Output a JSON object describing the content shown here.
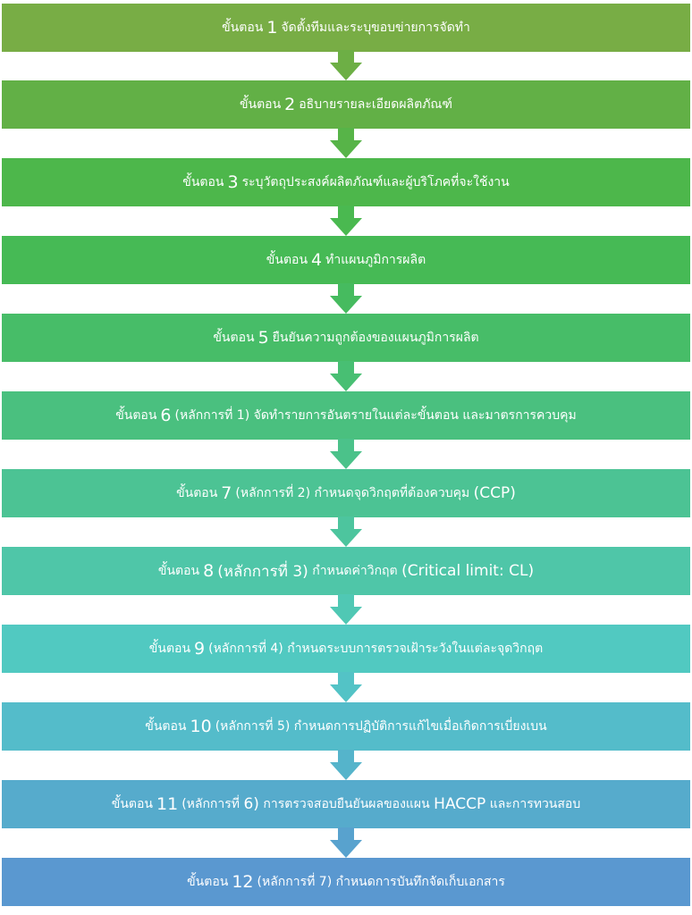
{
  "steps": [
    {
      "prefix": "ขั้นตอน",
      "num": "1",
      "text": "จัดตั้งทีมและระบุขอบข่ายการจัดทำ",
      "color": "#78ad45"
    },
    {
      "prefix": "ขั้นตอน",
      "num": "2",
      "text": "อธิบายรายละเอียดผลิตภัณฑ์",
      "color": "#62b046"
    },
    {
      "prefix": "ขั้นตอน",
      "num": "3",
      "text": "ระบุวัตถุประสงค์ผลิตภัณฑ์และผู้บริโภคที่จะใช้งาน",
      "color": "#4db74b"
    },
    {
      "prefix": "ขั้นตอน",
      "num": "4",
      "text": "ทำแผนภูมิการผลิต",
      "color": "#46ba55"
    },
    {
      "prefix": "ขั้นตอน",
      "num": "5",
      "text": "ยืนยันความถูกต้องของแผนภูมิการผลิต",
      "color": "#47bd68"
    },
    {
      "prefix": "ขั้นตอน",
      "num": "6",
      "text": "(หลักการที่ 1) จัดทำรายการอันตรายในแต่ละขั้นตอน และมาตรการควบคุม",
      "color": "#4ac07f"
    },
    {
      "prefix": "ขั้นตอน",
      "num": "7",
      "text": "(หลักการที่ 2) กำหนดจุดวิกฤตที่ต้องควบคุม",
      "text_big": "(CCP)",
      "color": "#4cc394"
    },
    {
      "prefix": "ขั้นตอน",
      "num": "8",
      "text_bigpre": "(หลักการที่ 3)",
      "text": "กำหนดค่าวิกฤต",
      "text_big": "(Critical limit: CL)",
      "color": "#4fc6a8"
    },
    {
      "prefix": "ขั้นตอน",
      "num": "9",
      "text": "(หลักการที่ 4) กำหนดระบบการตรวจเฝ้าระวังในแต่ละจุดวิกฤต",
      "color": "#51c9c1"
    },
    {
      "prefix": "ขั้นตอน",
      "num": "10",
      "text": "(หลักการที่ 5) กำหนดการปฏิบัติการแก้ไขเมื่อเกิดการเบี่ยงเบน",
      "color": "#54bcca"
    },
    {
      "prefix": "ขั้นตอน",
      "num": "11",
      "text": "(หลักการที่",
      "text_num": "6)",
      "text_after": "การตรวจสอบยืนยันผลของแผน",
      "text_big": "HACCP",
      "text_tail": "และการทวนสอบ",
      "color": "#56abcc"
    },
    {
      "prefix": "ขั้นตอน",
      "num": "12",
      "text": "(หลักการที่ 7) กำหนดการบันทึกจัดเก็บเอกสาร",
      "color": "#5a98d0"
    }
  ],
  "arrow_colors": [
    "#6daf45",
    "#57b448",
    "#4ab950",
    "#46bb5f",
    "#48bf73",
    "#4bc28a",
    "#4dc59e",
    "#50c8b4",
    "#53c3c6",
    "#55b4cb",
    "#58a2ce"
  ]
}
